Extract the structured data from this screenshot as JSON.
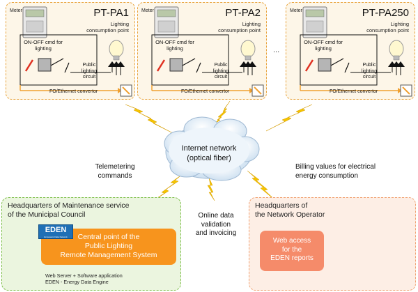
{
  "diagram": {
    "points": [
      {
        "id": "PT-PA1",
        "title": "PT-PA1",
        "subtitle": [
          "Lighting",
          "consumption point"
        ],
        "meter_label": "Meter",
        "cmd_label": [
          "ON-OFF cmd for",
          "lighting"
        ],
        "circuit_label": [
          "Public",
          "lighting",
          "circuit"
        ],
        "converter_label": "FO/Ethernet convertor"
      },
      {
        "id": "PT-PA2",
        "title": "PT-PA2",
        "subtitle": [
          "Lighting",
          "consumption point"
        ],
        "meter_label": "Meter",
        "cmd_label": [
          "ON-OFF cmd for",
          "lighting"
        ],
        "circuit_label": [
          "Public",
          "lighting",
          "circuit"
        ],
        "converter_label": "FO/Ethernet convertor"
      },
      {
        "id": "PT-PA250",
        "title": "PT-PA250",
        "subtitle": [
          "Lighting",
          "consumption point"
        ],
        "meter_label": "Meter",
        "cmd_label": [
          "ON-OFF cmd for",
          "lighting"
        ],
        "circuit_label": [
          "Public",
          "lighting",
          "circuit"
        ],
        "converter_label": "FO/Ethernet convertor"
      }
    ],
    "ellipsis": "...",
    "network": {
      "line1": "Internet network",
      "line2": "(optical fiber)"
    },
    "telemetering": {
      "line1": "Telemetering",
      "line2": "commands"
    },
    "billing": {
      "line1": "Billing values for electrical",
      "line2": "energy consumption"
    },
    "online": {
      "line1": "Online data",
      "line2": "validation",
      "line3": "and invoicing"
    },
    "hq_maintenance": {
      "title_line1": "Headquarters of Maintenance service",
      "title_line2": "of the Municipal Council",
      "logo_text": "EDEN",
      "logo_subtext": "Empowers Data Network",
      "central_line1": "Central point of the",
      "central_line2": "Public Lighting",
      "central_line3": "Remote Management System",
      "footnote_line1": "Web Server + Software application",
      "footnote_line2": "EDEN - Energy Data Engine"
    },
    "hq_operator": {
      "title_line1": "Headquarters of",
      "title_line2": "the Network Operator",
      "web_line1": "Web access",
      "web_line2": "for the",
      "web_line3": "EDEN reports"
    },
    "colors": {
      "pa_border": "#e8a23a",
      "pa_fill": "#fdf6e8",
      "cloud_fill": "#e4eff8",
      "lightning": "#f5c400",
      "central_box": "#f7941d",
      "web_box": "#f58b6a",
      "fiber_line": "#f0a030"
    }
  }
}
